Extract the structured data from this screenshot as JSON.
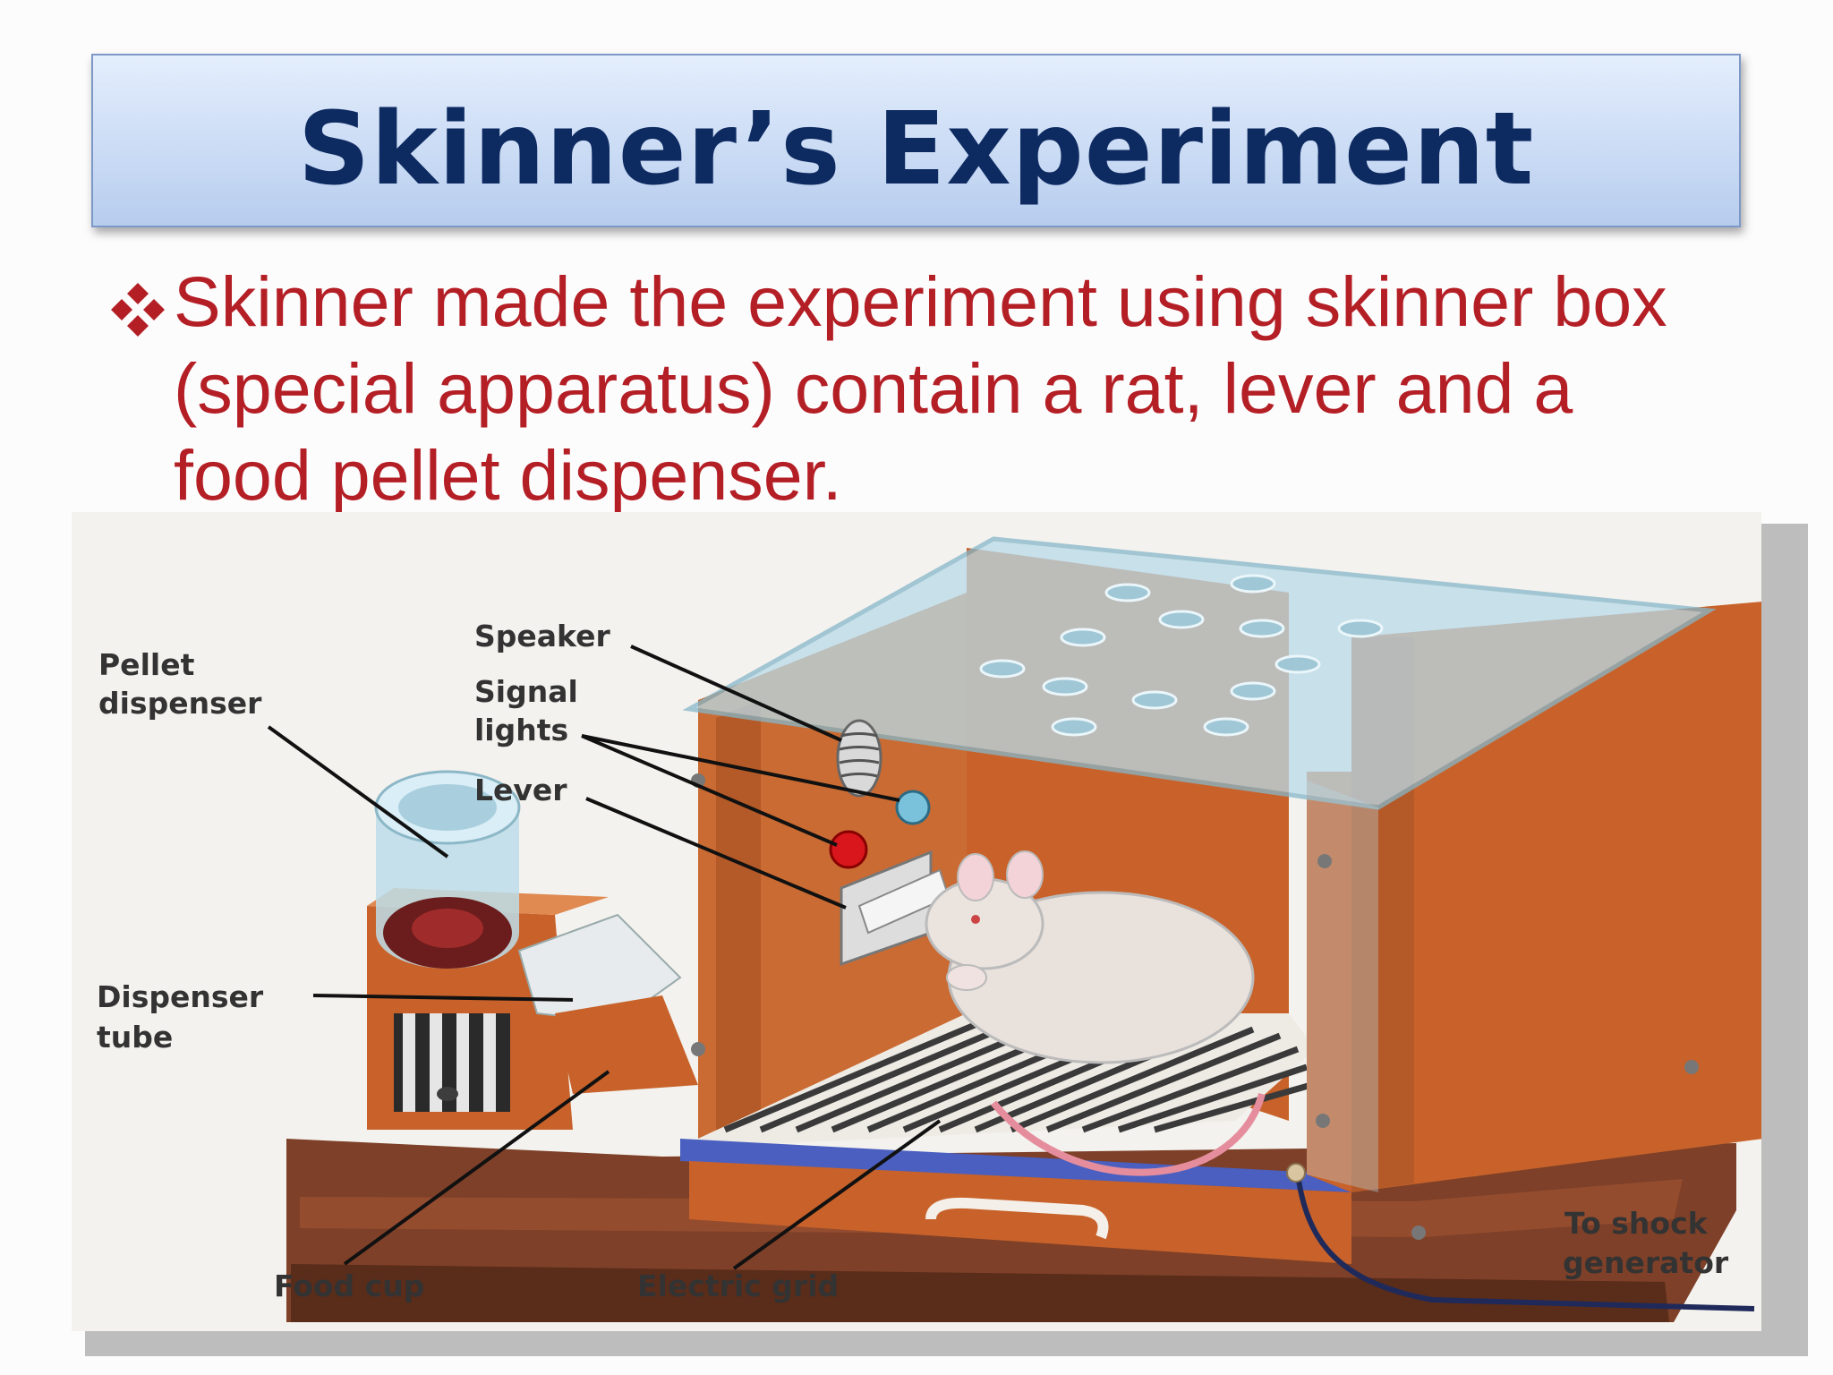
{
  "slide": {
    "title": "Skinner’s Experiment",
    "bullet": {
      "icon": "diamond-quad-bullet-icon",
      "lines": [
        "Skinner made the experiment using  skinner box",
        "(special apparatus) contain a rat, lever and a",
        "food pellet dispenser."
      ]
    }
  },
  "figure": {
    "labels": {
      "pellet_dispenser_1": "Pellet",
      "pellet_dispenser_2": "dispenser",
      "speaker": "Speaker",
      "signal_lights_1": "Signal",
      "signal_lights_2": "lights",
      "lever": "Lever",
      "dispenser_tube_1": "Dispenser",
      "dispenser_tube_2": "tube",
      "food_cup": "Food cup",
      "electric_grid": "Electric grid",
      "shock_1": "To shock",
      "shock_2": "generator"
    }
  },
  "colors": {
    "title_text": "#0d2a61",
    "body_text": "#b41f26",
    "wood": "#c8622a",
    "glass": "#b9dbe9"
  }
}
